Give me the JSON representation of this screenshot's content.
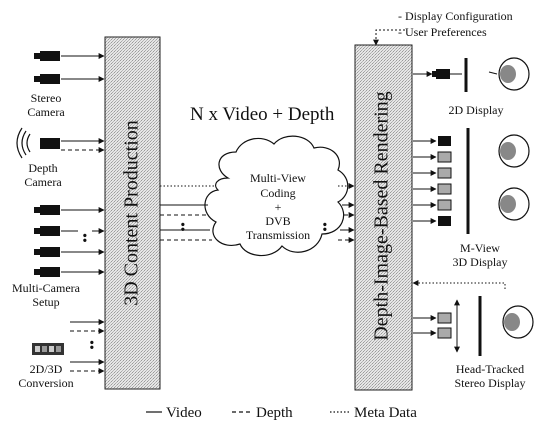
{
  "config": {
    "line1": "- Display Configuration",
    "line2": "- User Preferences"
  },
  "main_label": "N x Video + Depth",
  "left_block_label": "3D Content Production",
  "right_block_label": "Depth-Image-Based Rendering",
  "cloud": {
    "line1": "Multi-View",
    "line2": "Coding",
    "line3": "+",
    "line4": "DVB",
    "line5": "Transmission"
  },
  "sources": {
    "stereo": [
      "Stereo",
      "Camera"
    ],
    "depth": [
      "Depth",
      "Camera"
    ],
    "multi": [
      "Multi-Camera",
      "Setup"
    ],
    "conversion": [
      "2D/3D",
      "Conversion"
    ]
  },
  "displays": {
    "d2": "2D Display",
    "mview": [
      "M-View",
      "3D Display"
    ],
    "headtracked": [
      "Head-Tracked",
      "Stereo Display"
    ]
  },
  "dots": "••",
  "legend": {
    "video": "Video",
    "depth": "Depth",
    "meta": "Meta Data"
  },
  "colors": {
    "ink": "#111111",
    "block_fill": "#e2e2e2",
    "block_stroke": "#222222"
  }
}
